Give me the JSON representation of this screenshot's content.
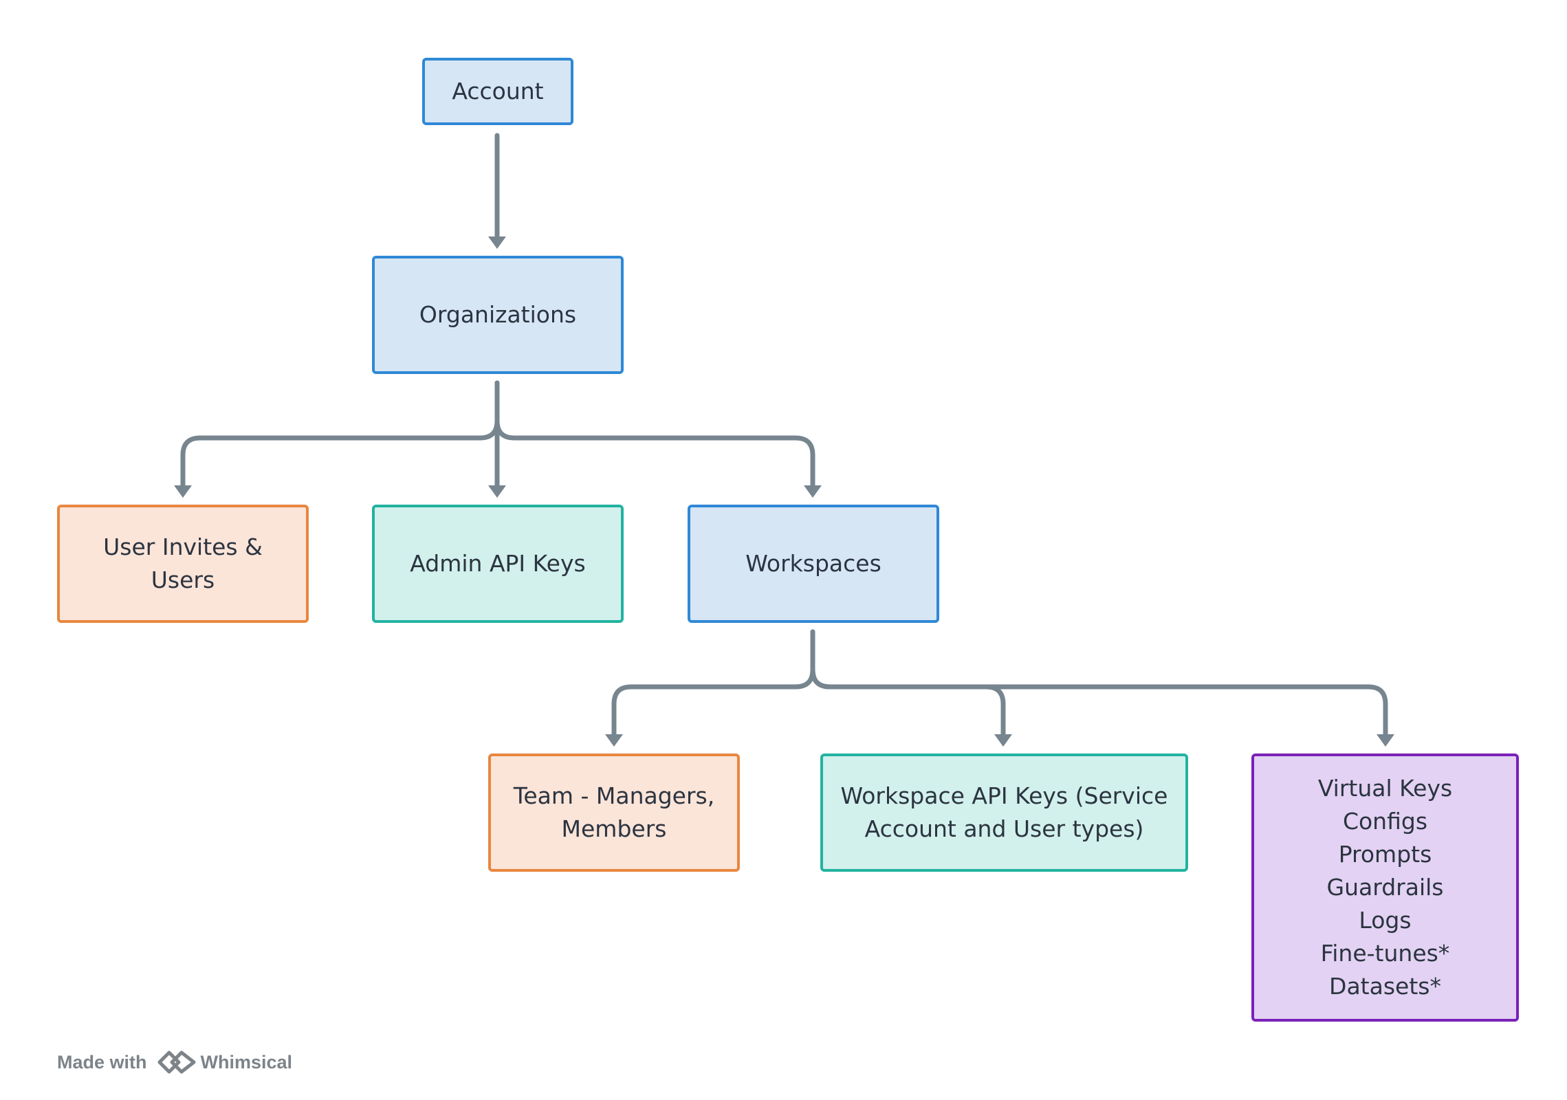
{
  "nodes": {
    "account": {
      "lines": [
        "Account"
      ]
    },
    "organizations": {
      "lines": [
        "Organizations"
      ]
    },
    "user_invites": {
      "lines": [
        "User Invites &",
        "Users"
      ]
    },
    "admin_keys": {
      "lines": [
        "Admin API Keys"
      ]
    },
    "workspaces": {
      "lines": [
        "Workspaces"
      ]
    },
    "team": {
      "lines": [
        "Team - Managers,",
        "Members"
      ]
    },
    "workspace_keys": {
      "lines": [
        "Workspace API Keys (Service",
        "Account and User types)"
      ]
    },
    "resources": {
      "lines": [
        "Virtual Keys",
        "Configs",
        "Prompts",
        "Guardrails",
        "Logs",
        "Fine-tunes*",
        "Datasets*"
      ]
    }
  },
  "edges": [
    {
      "from": "account",
      "to": "organizations"
    },
    {
      "from": "organizations",
      "to": "user_invites"
    },
    {
      "from": "organizations",
      "to": "admin_keys"
    },
    {
      "from": "organizations",
      "to": "workspaces"
    },
    {
      "from": "workspaces",
      "to": "team"
    },
    {
      "from": "workspaces",
      "to": "workspace_keys"
    },
    {
      "from": "workspaces",
      "to": "resources"
    }
  ],
  "colors": {
    "blue_fill": "#d6e6f5",
    "blue_border": "#2f88d6",
    "orange_fill": "#fbe4d8",
    "orange_border": "#e8873f",
    "teal_fill": "#d2f0ec",
    "teal_border": "#22b3a0",
    "purple_fill": "#e3d2f3",
    "purple_border": "#7b21b8",
    "connector": "#77858f"
  },
  "footer": {
    "made_with": "Made with",
    "brand": "Whimsical"
  }
}
